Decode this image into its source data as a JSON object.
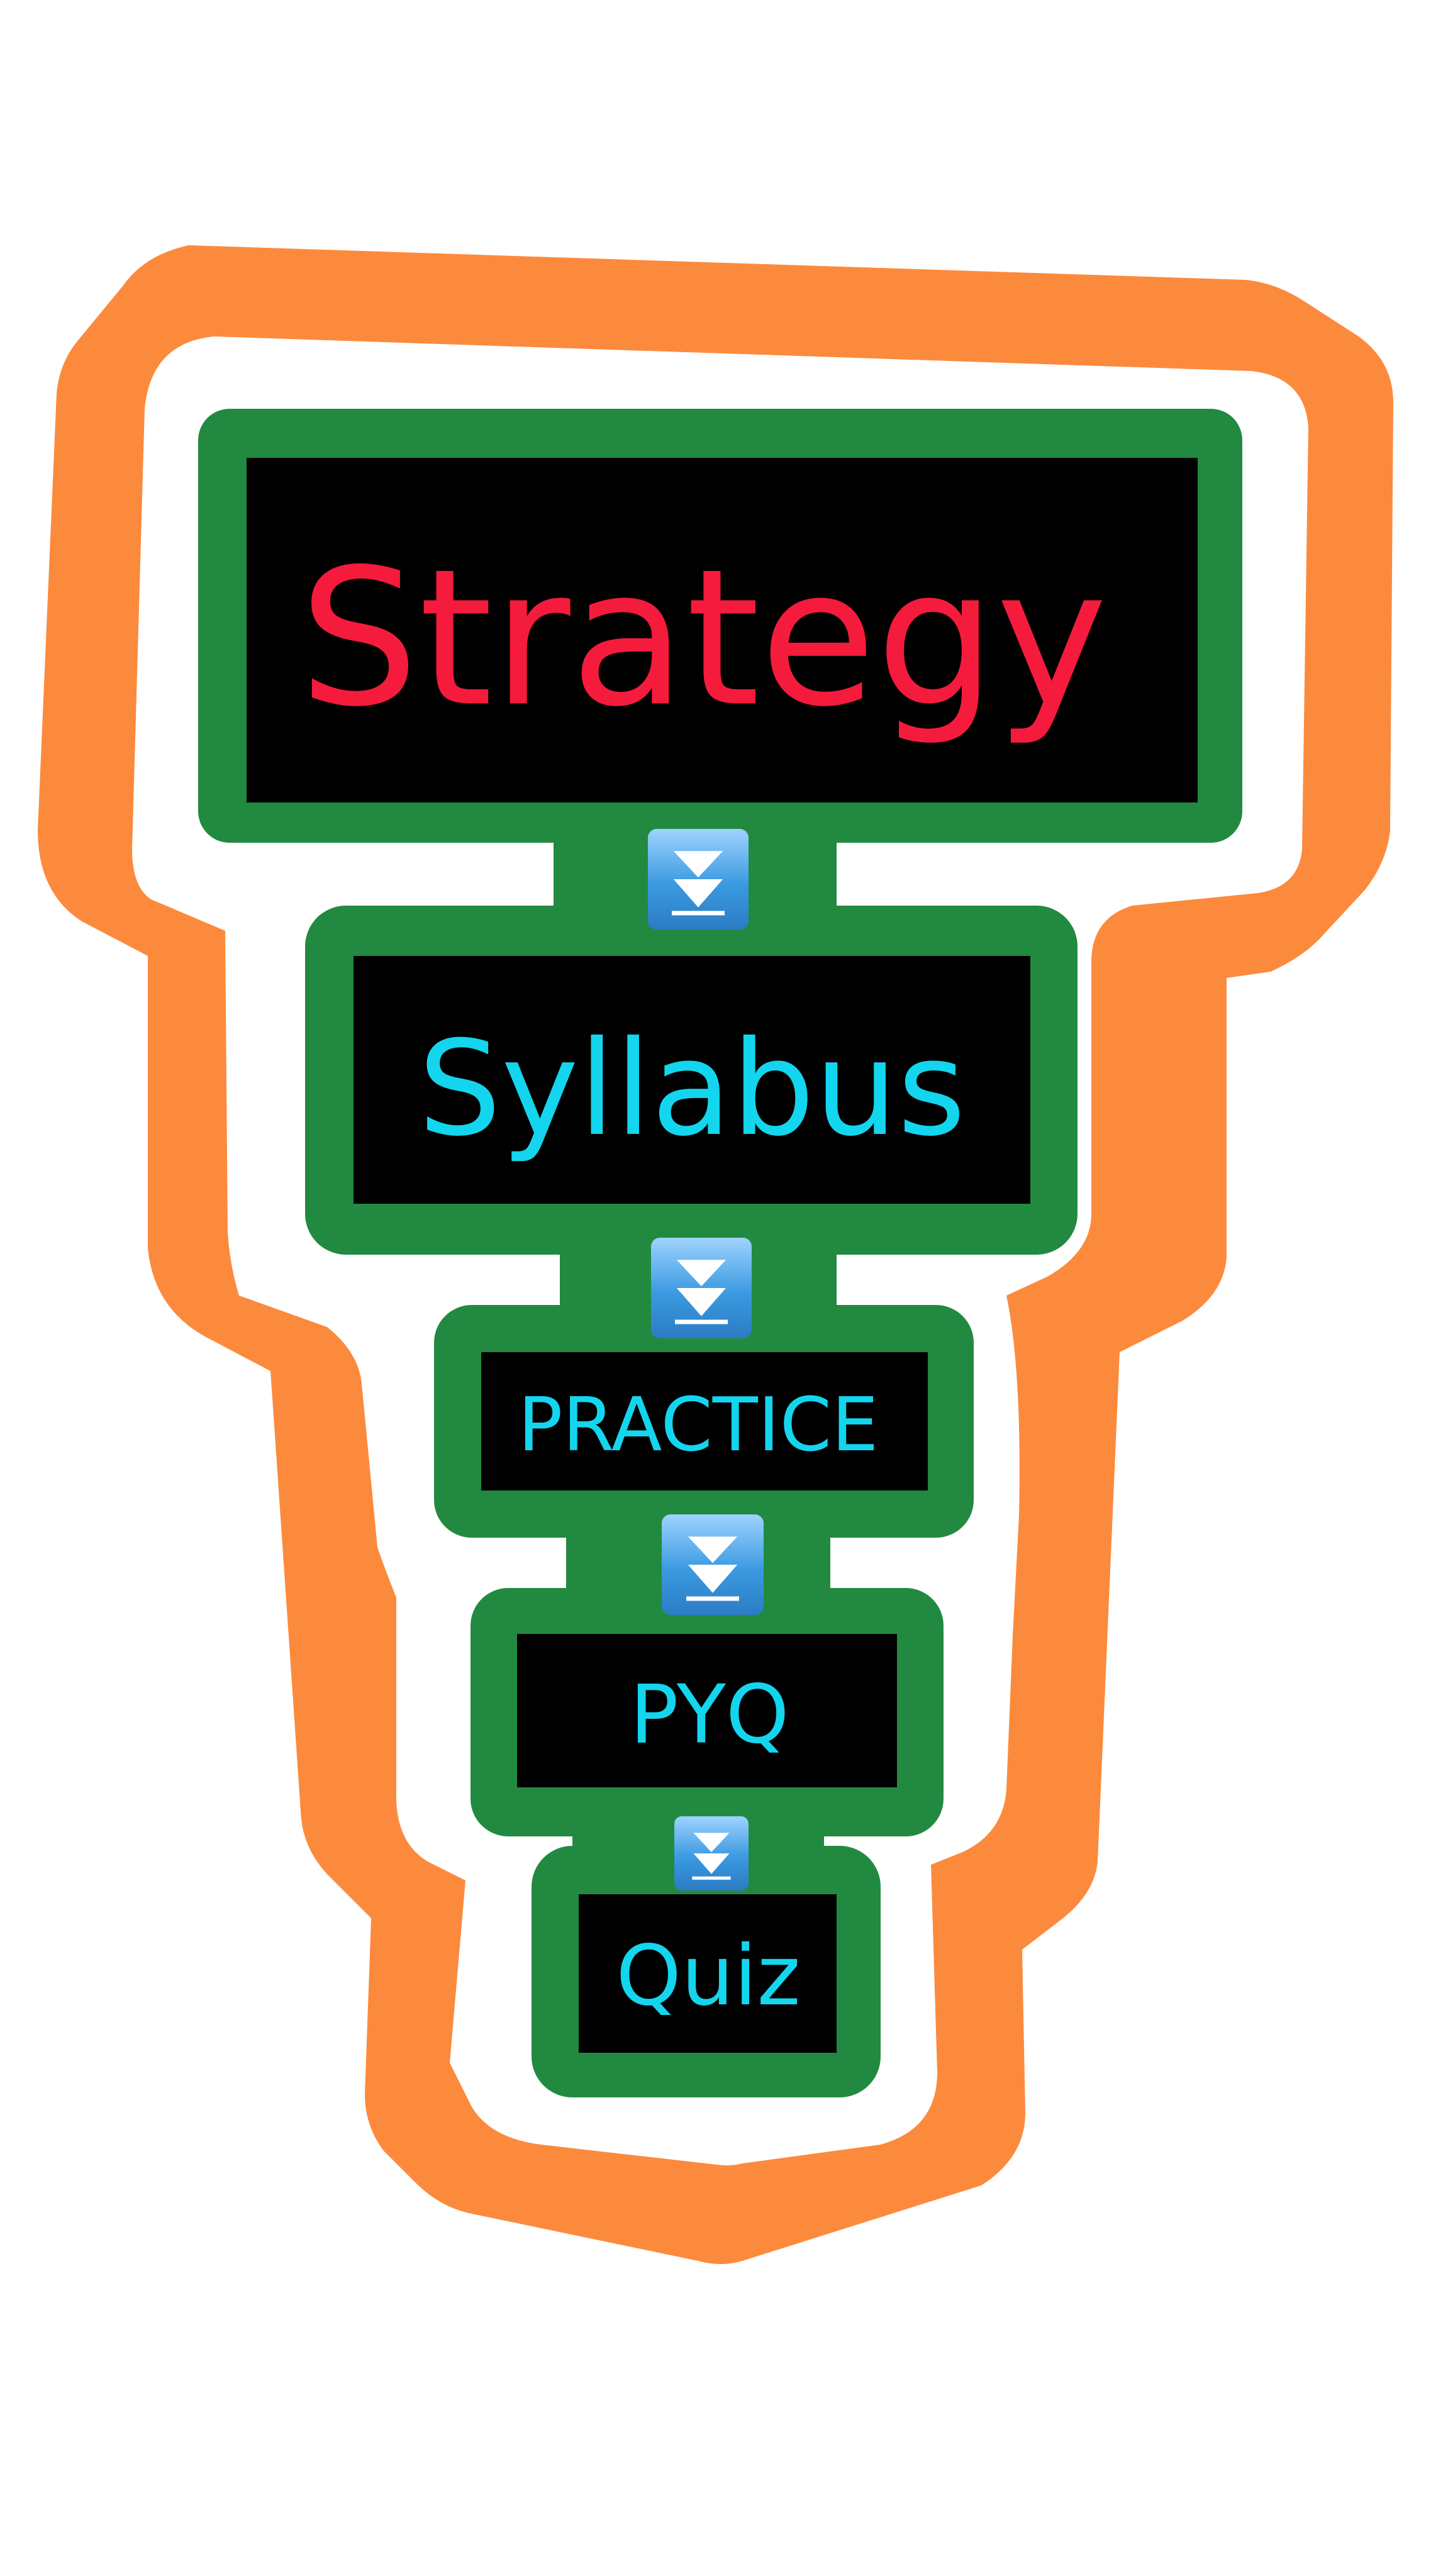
{
  "flowchart": {
    "steps": [
      {
        "label": "Strategy"
      },
      {
        "label": "Syllabus"
      },
      {
        "label": "PRACTICE"
      },
      {
        "label": "PYQ"
      },
      {
        "label": "Quiz"
      }
    ],
    "connector_icon": "double-down-arrow-icon"
  },
  "colors": {
    "outer_border": "#fc8a3d",
    "inner_border": "#ffffff",
    "box_border": "#218a40",
    "box_fill": "#000000",
    "strategy_text": "#f51b3c",
    "step_text": "#14d5ee",
    "arrow_tile": "#3b9ae0",
    "arrow_tile_light": "#9fd3ff",
    "arrow_glyph": "#ffffff"
  }
}
